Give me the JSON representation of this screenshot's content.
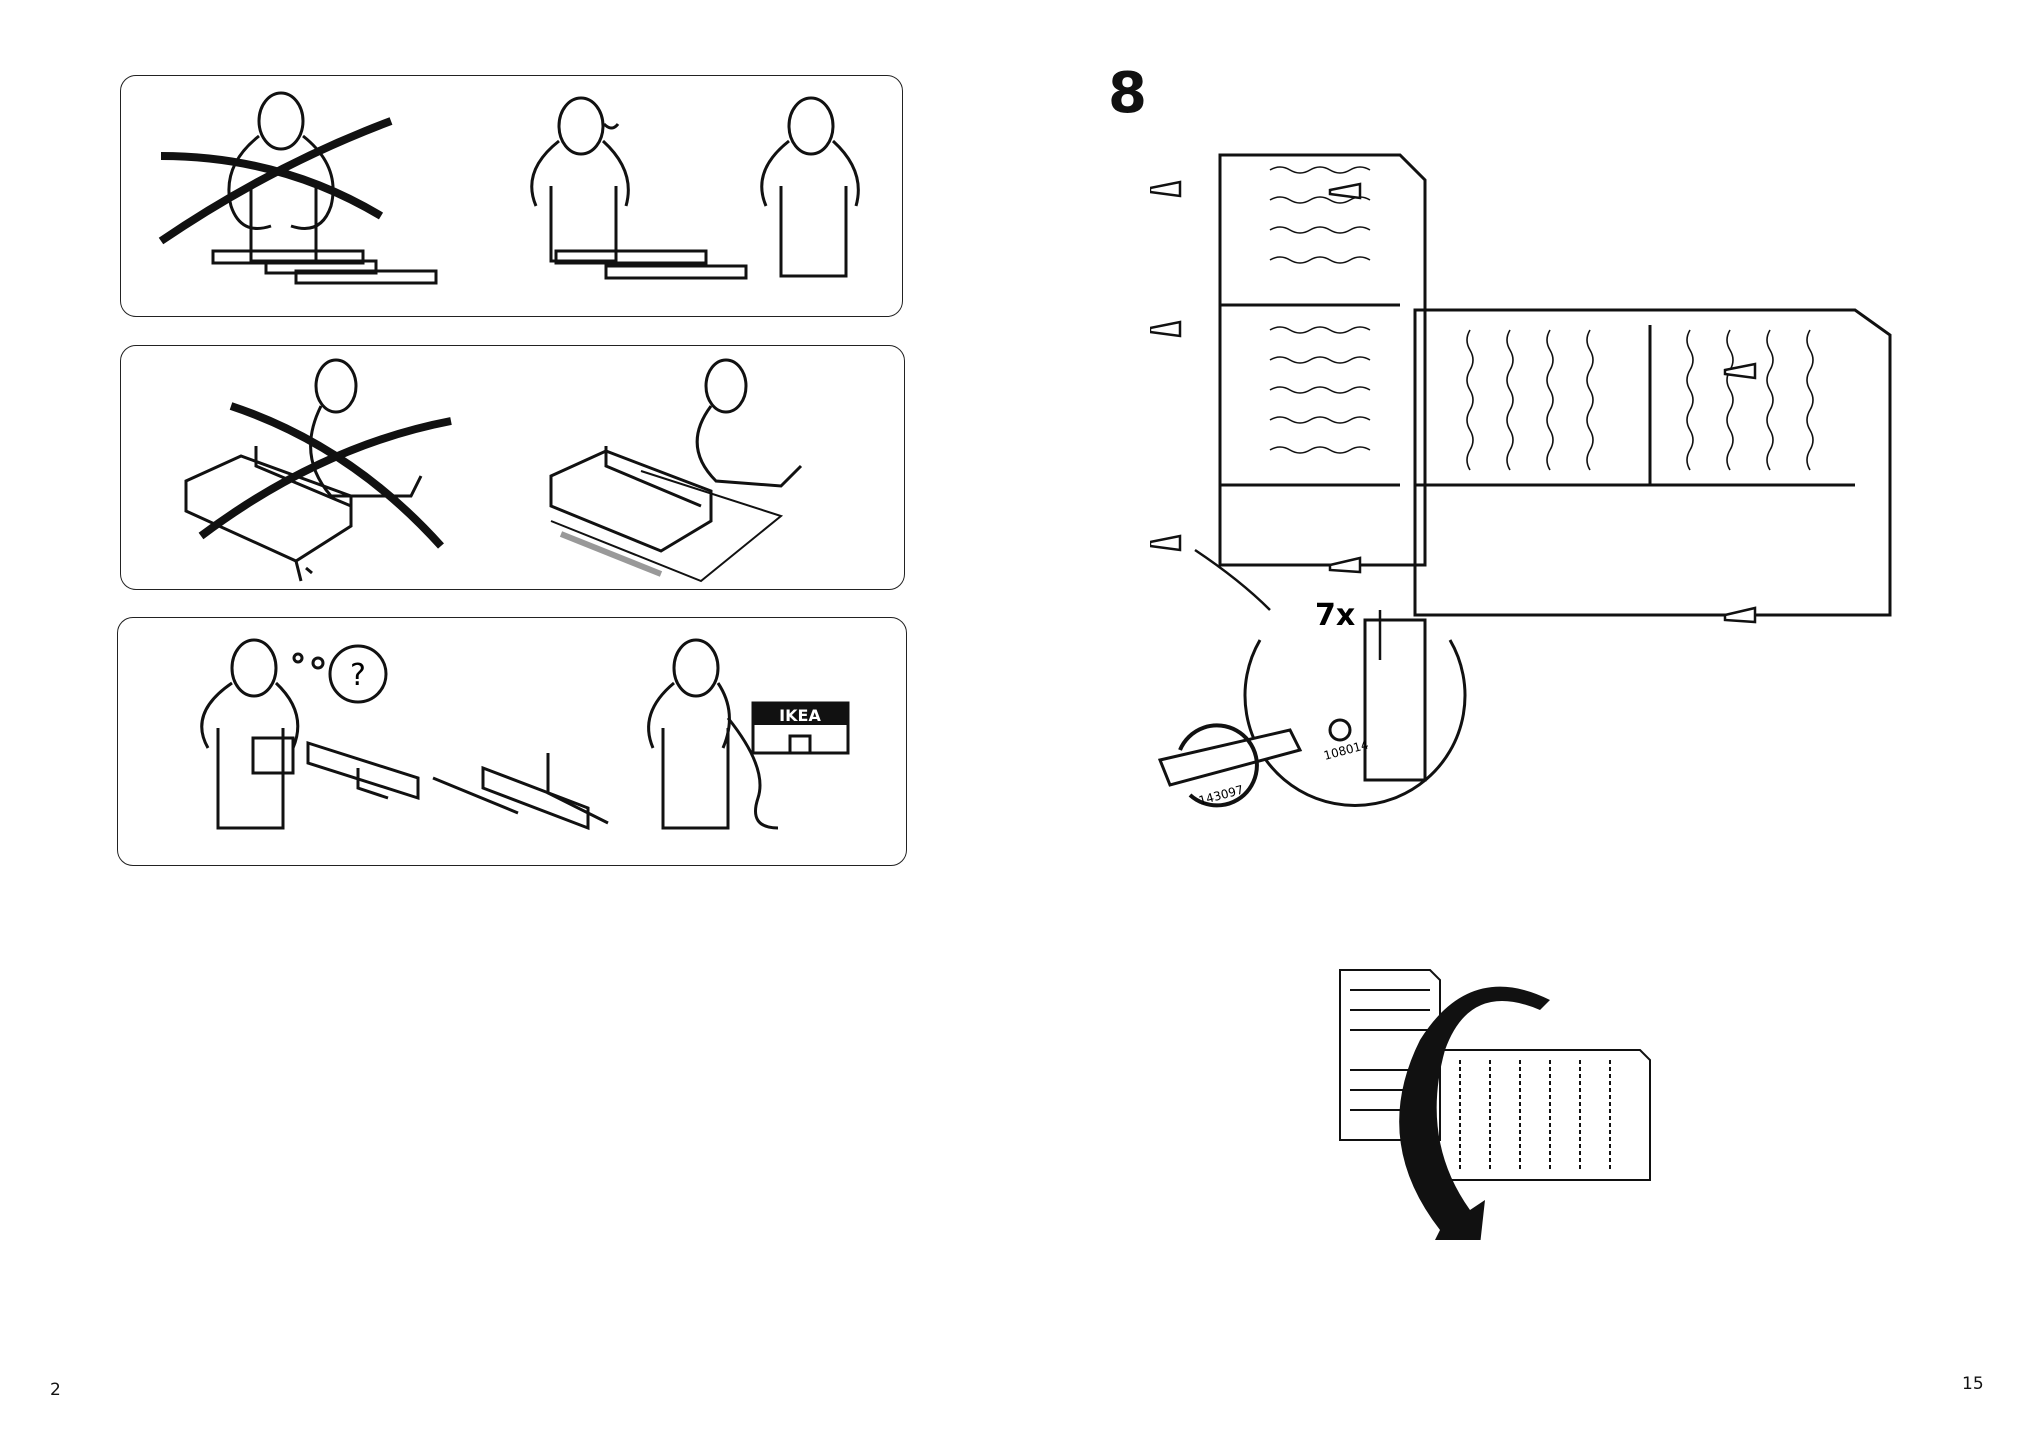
{
  "left_page": {
    "page_number": "2",
    "panels": [
      {
        "name": "panel-assemble-with-two-people"
      },
      {
        "name": "panel-assemble-on-soft-surface"
      },
      {
        "name": "panel-contact-ikea-if-unsure"
      }
    ],
    "store_sign": "IKEA",
    "question_mark": "?"
  },
  "right_page": {
    "page_number": "15",
    "step_number": "8",
    "quantity": "7x",
    "part_numbers": [
      "143097",
      "108014"
    ]
  },
  "icons": [
    "cross-out-icon",
    "rotate-arrow-icon",
    "flip-arrow-icon"
  ]
}
